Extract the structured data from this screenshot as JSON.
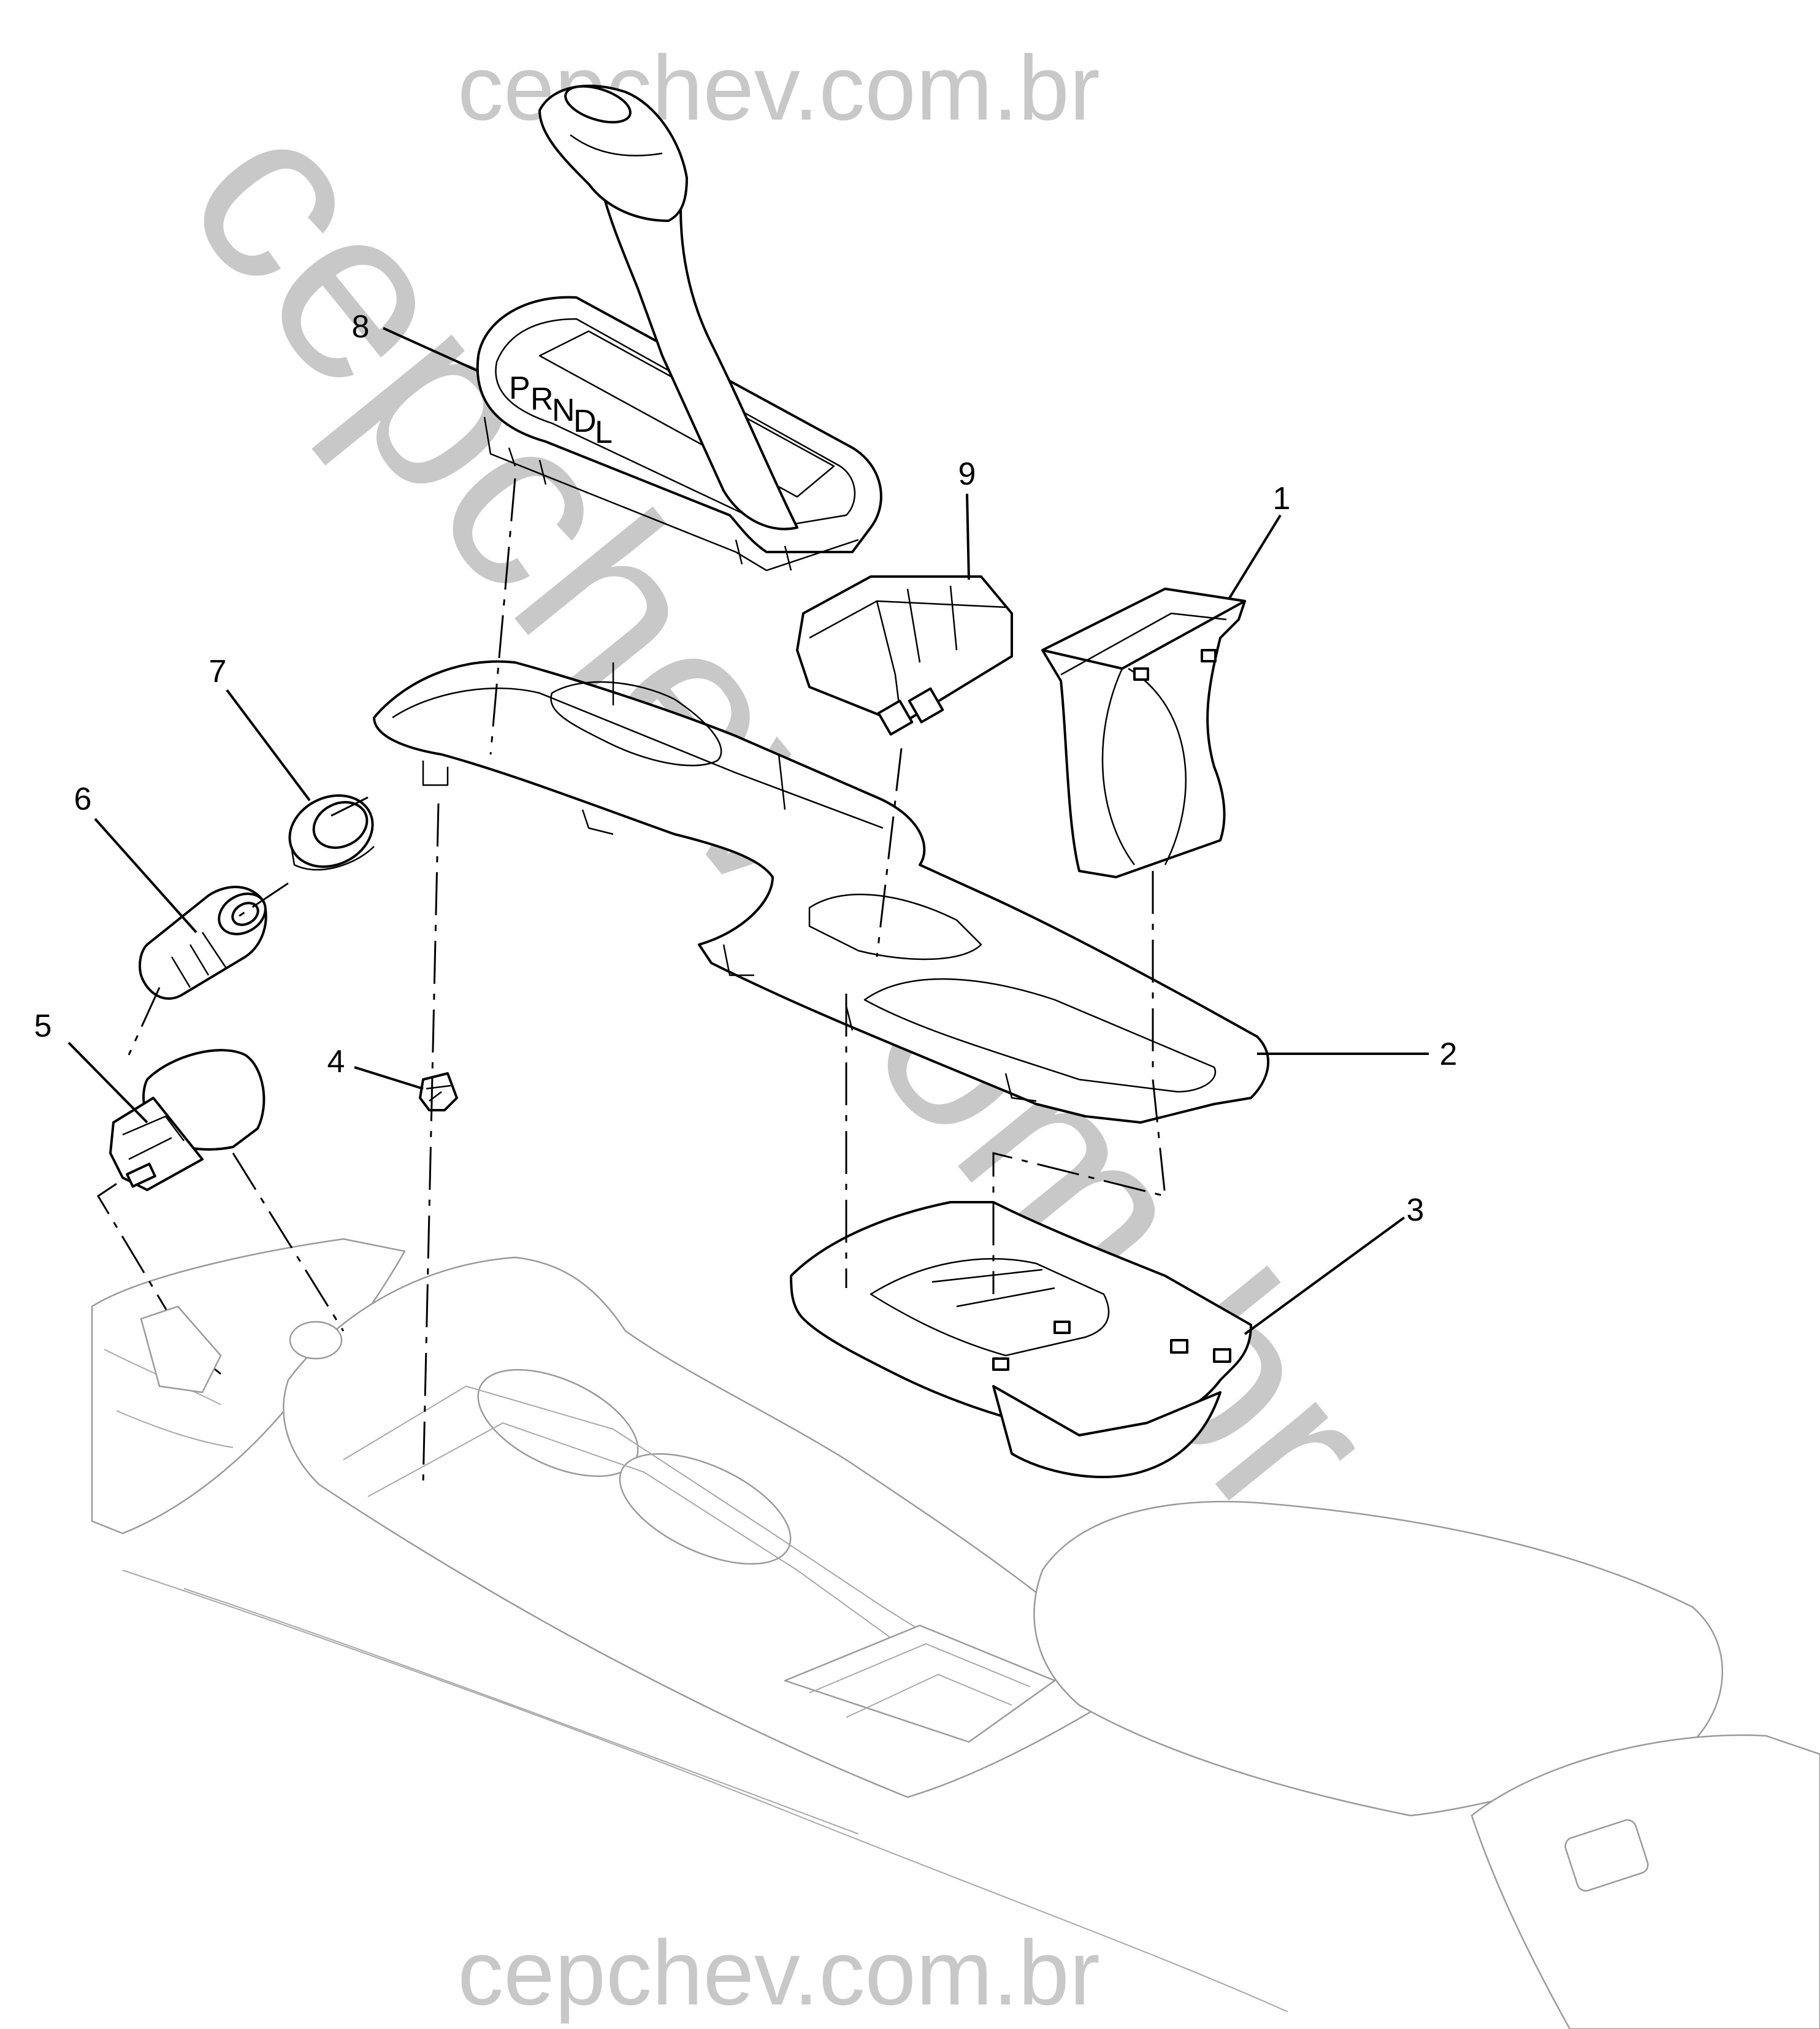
{
  "watermark": {
    "top_text": "cepchev.com.br",
    "diagonal_text": "cepchev.com.br",
    "bottom_text": "cepchev.com.br",
    "color": "#c8c8c8"
  },
  "callouts": [
    {
      "id": "1",
      "label": "1"
    },
    {
      "id": "2",
      "label": "2"
    },
    {
      "id": "3",
      "label": "3"
    },
    {
      "id": "4",
      "label": "4"
    },
    {
      "id": "5",
      "label": "5"
    },
    {
      "id": "6",
      "label": "6"
    },
    {
      "id": "7",
      "label": "7"
    },
    {
      "id": "8",
      "label": "8"
    },
    {
      "id": "9",
      "label": "9"
    }
  ],
  "shift_indicator_letters": [
    "P",
    "R",
    "N",
    "D",
    "L"
  ],
  "line_color": "#000000",
  "background_line_color": "#9a9a9a"
}
